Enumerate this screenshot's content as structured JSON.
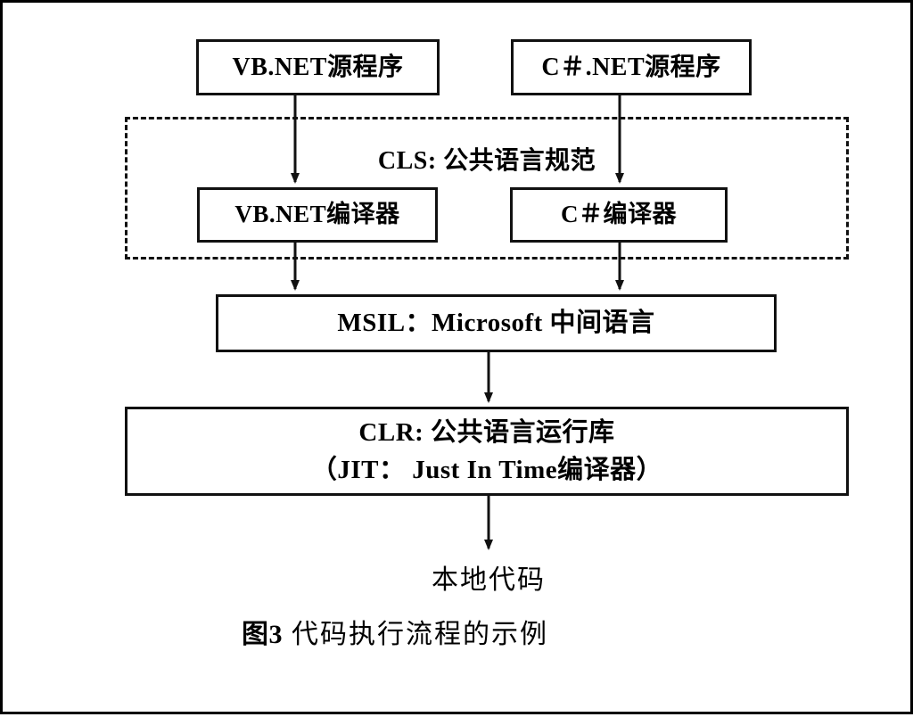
{
  "figure": {
    "caption_number": "图3",
    "caption_text": "代码执行流程的示例"
  },
  "diagram": {
    "type": "flowchart",
    "title": "代码执行流程的示例",
    "nodes": [
      {
        "id": "vb-source",
        "label": "VB.NET源程序",
        "shape": "rect"
      },
      {
        "id": "cs-source",
        "label": "C＃.NET源程序",
        "shape": "rect"
      },
      {
        "id": "cls-region",
        "label": "CLS: 公共语言规范",
        "shape": "dashed-group"
      },
      {
        "id": "vb-compiler",
        "label": "VB.NET编译器",
        "shape": "rect"
      },
      {
        "id": "cs-compiler",
        "label": "C＃编译器",
        "shape": "rect"
      },
      {
        "id": "msil",
        "label": "MSIL：Microsoft 中间语言",
        "shape": "rect"
      },
      {
        "id": "clr",
        "label_line1": "CLR: 公共语言运行库",
        "label_line2": "（JIT： Just In Time编译器）",
        "shape": "rect"
      },
      {
        "id": "native-code",
        "label": "本地代码",
        "shape": "text"
      }
    ],
    "edges": [
      {
        "from": "vb-source",
        "to": "vb-compiler"
      },
      {
        "from": "cs-source",
        "to": "cs-compiler"
      },
      {
        "from": "vb-compiler",
        "to": "msil"
      },
      {
        "from": "cs-compiler",
        "to": "msil"
      },
      {
        "from": "msil",
        "to": "clr"
      },
      {
        "from": "clr",
        "to": "native-code"
      }
    ],
    "colors": {
      "stroke": "#111111",
      "background": "#ffffff",
      "text": "#000000"
    }
  }
}
